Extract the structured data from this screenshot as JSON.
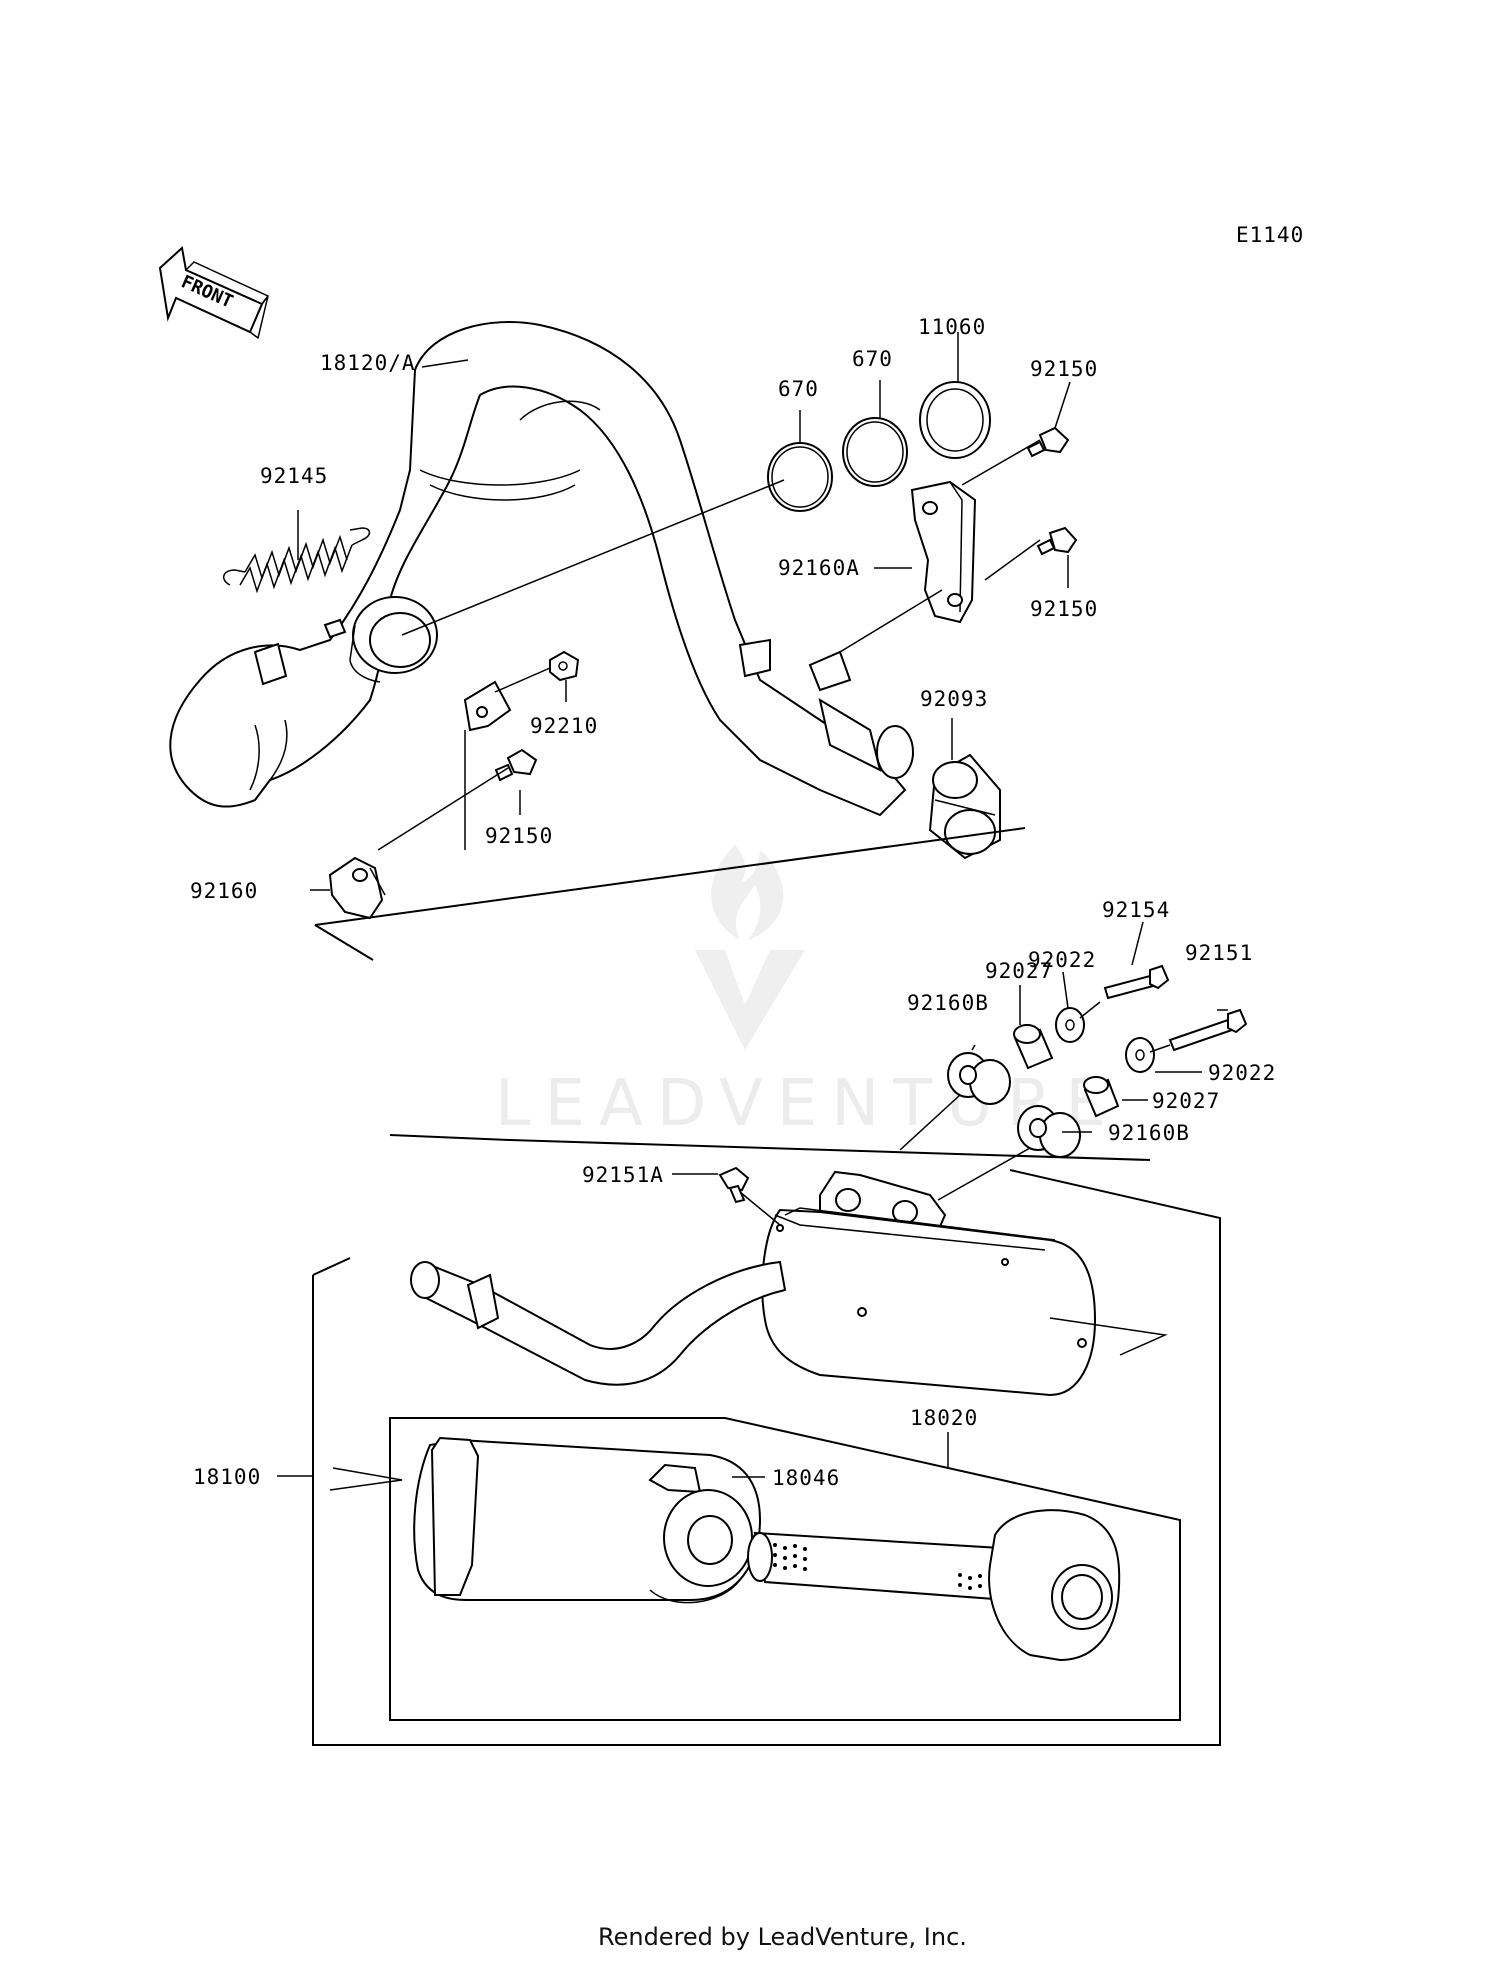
{
  "diagram_code": "E1140",
  "orientation_arrow": "FRONT",
  "watermark": "LEADVENTURE",
  "footer": "Rendered by LeadVenture, Inc.",
  "parts": {
    "p18120A": "18120/A",
    "p92145": "92145",
    "p670a": "670",
    "p670b": "670",
    "p11060": "11060",
    "p92150a": "92150",
    "p92160A": "92160A",
    "p92150b": "92150",
    "p92210": "92210",
    "p92093": "92093",
    "p92150c": "92150",
    "p92160": "92160",
    "p92154": "92154",
    "p92022a": "92022",
    "p92027a": "92027",
    "p92151": "92151",
    "p92160Ba": "92160B",
    "p92022b": "92022",
    "p92027b": "92027",
    "p92160Bb": "92160B",
    "p92151A": "92151A",
    "p18020": "18020",
    "p18100": "18100",
    "p18046": "18046"
  }
}
